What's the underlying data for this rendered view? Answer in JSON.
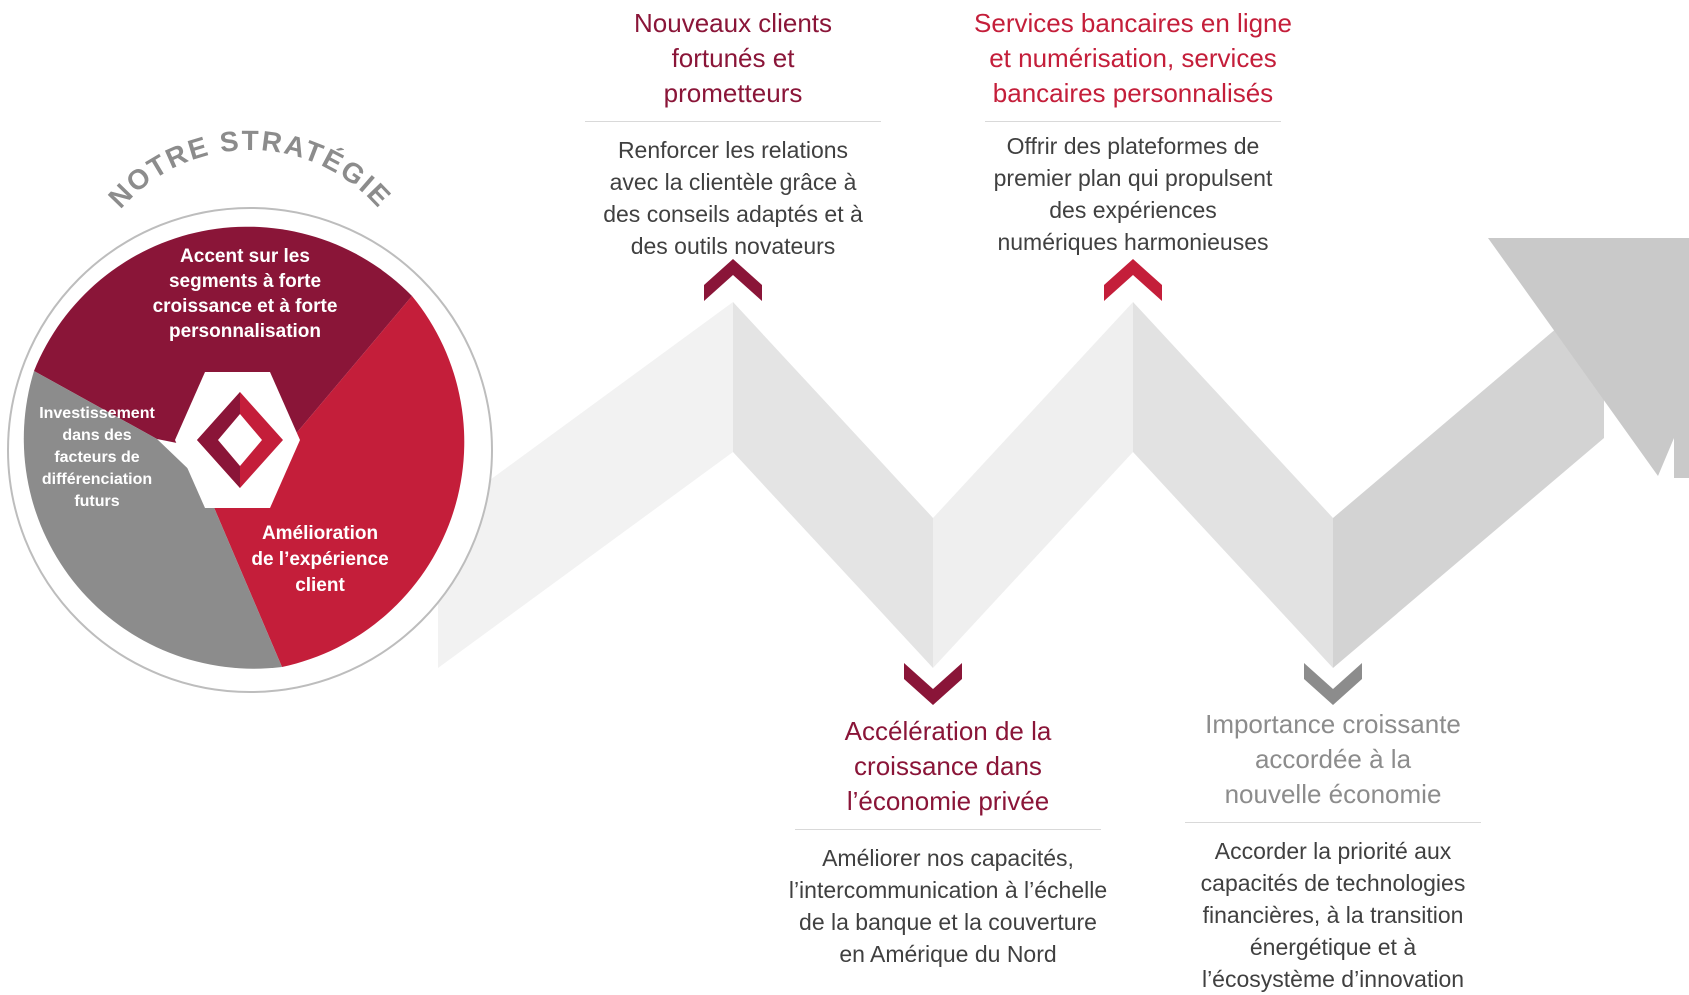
{
  "wheel": {
    "title": "NOTRE STRATÉGIE",
    "segments": [
      {
        "label": "Accent sur les segments à forte croissance et à forte personnalisation",
        "lines": [
          "Accent sur les",
          "segments à forte",
          "croissance et à forte",
          "personnalisation"
        ],
        "color": "#8a1538"
      },
      {
        "label": "Amélioration de l’expérience client",
        "lines": [
          "Amélioration",
          "de l’expérience",
          "client"
        ],
        "color": "#c41e3a"
      },
      {
        "label": "Investissement dans des facteurs de différenciation futurs",
        "lines": [
          "Investissement",
          "dans des",
          "facteurs de",
          "différenciation",
          "futurs"
        ],
        "color": "#8c8c8c"
      }
    ]
  },
  "pillars": [
    {
      "heading_lines": [
        "Nouveaux clients",
        "fortunés et",
        "prometteurs"
      ],
      "description_lines": [
        "Renforcer les relations",
        "avec la clientèle grâce à",
        "des conseils adaptés et à",
        "des outils novateurs"
      ],
      "color": "#8a1538",
      "position": "top"
    },
    {
      "heading_lines": [
        "Accélération de la",
        "croissance dans",
        "l’économie privée"
      ],
      "description_lines": [
        "Améliorer nos capacités,",
        "l’intercommunication à l’échelle",
        "de la banque et la couverture",
        "en Amérique du Nord"
      ],
      "color": "#8a1538",
      "position": "bottom"
    },
    {
      "heading_lines": [
        "Services bancaires en ligne",
        "et numérisation, services",
        "bancaires personnalisés"
      ],
      "description_lines": [
        "Offrir des plateformes de",
        "premier plan qui propulsent",
        "des expériences",
        "numériques harmonieuses"
      ],
      "color": "#c41e3a",
      "position": "top"
    },
    {
      "heading_lines": [
        "Importance croissante",
        "accordée à la",
        "nouvelle économie"
      ],
      "description_lines": [
        "Accorder la priorité aux",
        "capacités de technologies",
        "financières, à la transition",
        "énergétique et à",
        "l’écosystème d’innovation"
      ],
      "color": "#8c8c8c",
      "position": "bottom"
    }
  ],
  "colors": {
    "burgundy": "#8a1538",
    "red": "#c41e3a",
    "grey": "#8c8c8c",
    "arrow_light": "#efefef",
    "arrow_shade": "#e2e2e2",
    "arrow_dark": "#c8c8c8",
    "text": "#404040",
    "rule": "#d9d9d9"
  }
}
